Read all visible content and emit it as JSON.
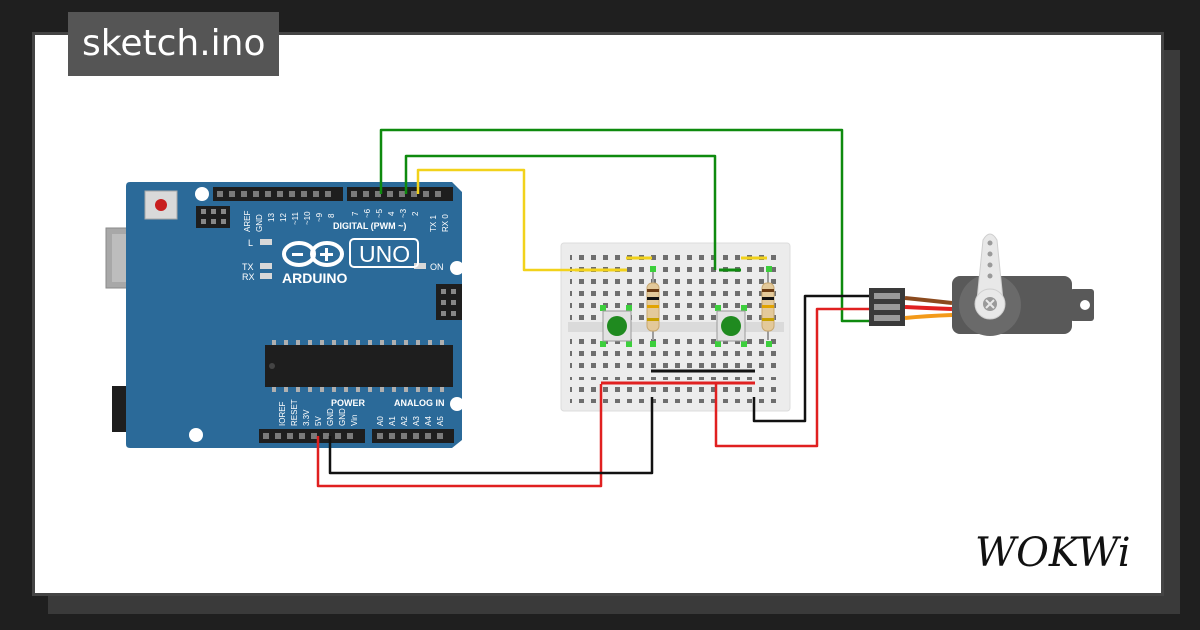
{
  "title": "sketch.ino",
  "brand": {
    "logo_text": "WOKWi"
  },
  "arduino": {
    "brand": "ARDUINO",
    "model": "UNO",
    "digital_header_label": "DIGITAL (PWM ~)",
    "power_label": "POWER",
    "analog_label": "ANALOG IN",
    "led_labels": {
      "l": "L",
      "tx": "TX",
      "rx": "RX",
      "on": "ON"
    },
    "top_pins": [
      "AREF",
      "GND",
      "13",
      "12",
      "~11",
      "~10",
      "~9",
      "8",
      "7",
      "~6",
      "~5",
      "4",
      "~3",
      "2",
      "TX 1",
      "RX 0"
    ],
    "power_pins": [
      "IOREF",
      "RESET",
      "3.3V",
      "5V",
      "GND",
      "GND",
      "Vin"
    ],
    "analog_pins": [
      "A0",
      "A1",
      "A2",
      "A3",
      "A4",
      "A5"
    ]
  },
  "colors": {
    "board": "#2b6a99",
    "wire_green": "#0e8a0e",
    "wire_yellow": "#f2d21b",
    "wire_red": "#e02020",
    "wire_black": "#111111",
    "button_cap": "#1f8a1f",
    "servo_body": "#595959"
  },
  "icons": [
    "arduino-infinity-logo",
    "reset-button-icon",
    "servo-horn-icon"
  ]
}
